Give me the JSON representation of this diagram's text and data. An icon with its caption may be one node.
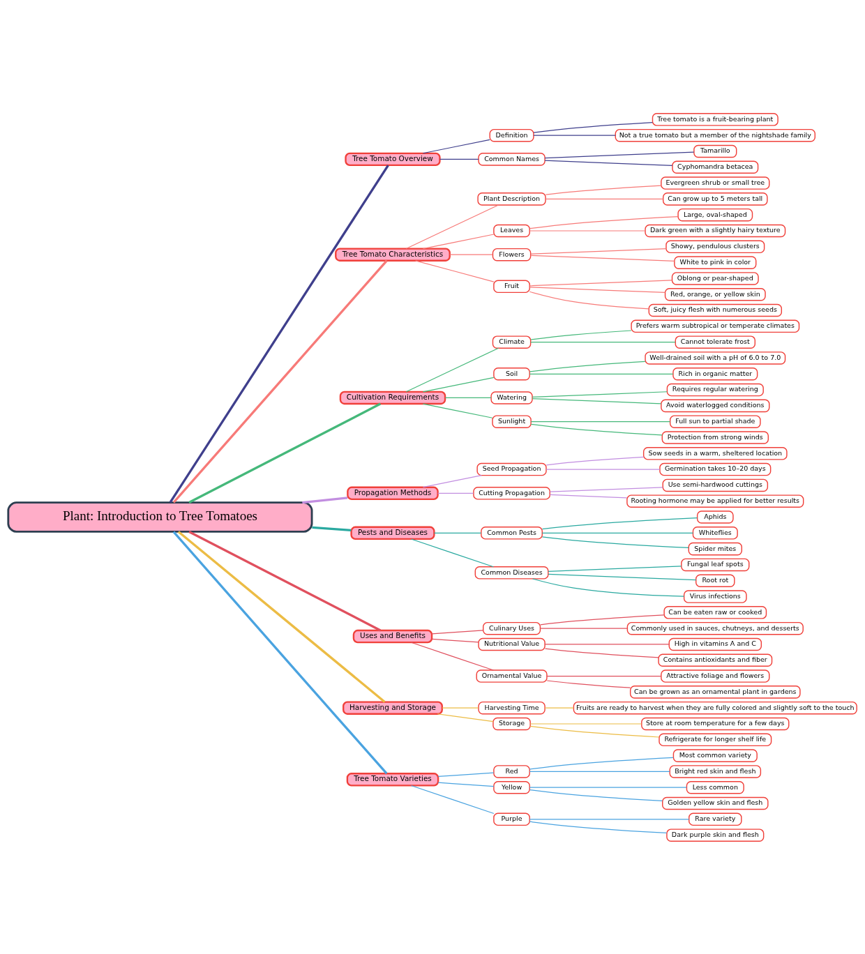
{
  "diagram": {
    "nodes": [
      {
        "text": [
          "Plant: Introduction to Tree Tomatoes"
        ]
      },
      {
        "text": [
          "Tree Tomato Overview"
        ]
      },
      {
        "text": [
          "Definition"
        ]
      },
      {
        "text": [
          "Tree tomato is a fruit-bearing plant"
        ]
      },
      {
        "text": [
          "Not a true tomato but a member of the nightshade family"
        ]
      },
      {
        "text": [
          "Common Names"
        ]
      },
      {
        "text": [
          "Tamarillo"
        ]
      },
      {
        "text": [
          "Cyphomandra betacea"
        ]
      },
      {
        "text": [
          "Tree Tomato Characteristics"
        ]
      },
      {
        "text": [
          "Plant Description"
        ]
      },
      {
        "text": [
          "Evergreen shrub or small tree"
        ]
      },
      {
        "text": [
          "Can grow up to 5 meters tall"
        ]
      },
      {
        "text": [
          "Leaves"
        ]
      },
      {
        "text": [
          "Large, oval-shaped"
        ]
      },
      {
        "text": [
          "Dark green with a slightly hairy texture"
        ]
      },
      {
        "text": [
          "Flowers"
        ]
      },
      {
        "text": [
          "Showy, pendulous clusters"
        ]
      },
      {
        "text": [
          "White to pink in color"
        ]
      },
      {
        "text": [
          "Fruit"
        ]
      },
      {
        "text": [
          "Oblong or pear-shaped"
        ]
      },
      {
        "text": [
          "Red, orange, or yellow skin"
        ]
      },
      {
        "text": [
          "Soft, juicy flesh with numerous seeds"
        ]
      },
      {
        "text": [
          "Cultivation Requirements"
        ]
      },
      {
        "text": [
          "Climate"
        ]
      },
      {
        "text": [
          "Prefers warm subtropical or temperate climates"
        ]
      },
      {
        "text": [
          "Cannot tolerate frost"
        ]
      },
      {
        "text": [
          "Soil"
        ]
      },
      {
        "text": [
          "Well-drained soil with a pH of 6.0 to 7.0"
        ]
      },
      {
        "text": [
          "Rich in organic matter"
        ]
      },
      {
        "text": [
          "Watering"
        ]
      },
      {
        "text": [
          "Requires regular watering"
        ]
      },
      {
        "text": [
          "Avoid waterlogged conditions"
        ]
      },
      {
        "text": [
          "Sunlight"
        ]
      },
      {
        "text": [
          "Full sun to partial shade"
        ]
      },
      {
        "text": [
          "Protection from strong winds"
        ]
      },
      {
        "text": [
          "Propagation Methods"
        ]
      },
      {
        "text": [
          "Seed Propagation"
        ]
      },
      {
        "text": [
          "Sow seeds in a warm, sheltered location"
        ]
      },
      {
        "text": [
          "Germination takes 10–20 days"
        ]
      },
      {
        "text": [
          "Cutting Propagation"
        ]
      },
      {
        "text": [
          "Use semi-hardwood cuttings"
        ]
      },
      {
        "text": [
          "Rooting hormone may be applied for better results"
        ]
      },
      {
        "text": [
          "Pests and Diseases"
        ]
      },
      {
        "text": [
          "Common Pests"
        ]
      },
      {
        "text": [
          "Aphids"
        ]
      },
      {
        "text": [
          "Whiteflies"
        ]
      },
      {
        "text": [
          "Spider mites"
        ]
      },
      {
        "text": [
          "Common Diseases"
        ]
      },
      {
        "text": [
          "Fungal leaf spots"
        ]
      },
      {
        "text": [
          "Root rot"
        ]
      },
      {
        "text": [
          "Virus infections"
        ]
      },
      {
        "text": [
          "Uses and Benefits"
        ]
      },
      {
        "text": [
          "Culinary Uses"
        ]
      },
      {
        "text": [
          "Can be eaten raw or cooked"
        ]
      },
      {
        "text": [
          "Commonly used in sauces, chutneys, and desserts"
        ]
      },
      {
        "text": [
          "Nutritional Value"
        ]
      },
      {
        "text": [
          "High in vitamins A and C"
        ]
      },
      {
        "text": [
          "Contains antioxidants and fiber"
        ]
      },
      {
        "text": [
          "Ornamental Value"
        ]
      },
      {
        "text": [
          "Attractive foliage and flowers"
        ]
      },
      {
        "text": [
          "Can be grown as an ornamental plant in gardens"
        ]
      },
      {
        "text": [
          "Harvesting and Storage"
        ]
      },
      {
        "text": [
          "Harvesting Time"
        ]
      },
      {
        "text": [
          "Fruits are ready to harvest when they are fully colored and slightly soft to the touch"
        ]
      },
      {
        "text": [
          "Storage"
        ]
      },
      {
        "text": [
          "Store at room temperature for a few days"
        ]
      },
      {
        "text": [
          "Refrigerate for longer shelf life"
        ]
      },
      {
        "text": [
          "Tree Tomato Varieties"
        ]
      },
      {
        "text": [
          "Red"
        ]
      },
      {
        "text": [
          "Most common variety"
        ]
      },
      {
        "text": [
          "Bright red skin and flesh"
        ]
      },
      {
        "text": [
          "Yellow"
        ]
      },
      {
        "text": [
          "Less common"
        ]
      },
      {
        "text": [
          "Golden yellow skin and flesh"
        ]
      },
      {
        "text": [
          "Purple"
        ]
      },
      {
        "text": [
          "Rare variety"
        ]
      },
      {
        "text": [
          "Dark purple skin and flesh"
        ]
      }
    ],
    "edges": [
      {
        "from": 0,
        "to": 1,
        "arrow": "none",
        "style": "thick",
        "color": "#3f3f8c"
      },
      {
        "from": 1,
        "to": 2,
        "arrow": "none",
        "color": "#3f3f8c"
      },
      {
        "from": 2,
        "to": 3,
        "arrow": "none",
        "color": "#3f3f8c"
      },
      {
        "from": 2,
        "to": 4,
        "arrow": "none",
        "color": "#3f3f8c"
      },
      {
        "from": 1,
        "to": 5,
        "arrow": "none",
        "color": "#3f3f8c"
      },
      {
        "from": 5,
        "to": 6,
        "arrow": "none",
        "color": "#3f3f8c"
      },
      {
        "from": 5,
        "to": 7,
        "arrow": "none",
        "color": "#3f3f8c"
      },
      {
        "from": 0,
        "to": 8,
        "arrow": "none",
        "style": "thick",
        "color": "#f77a78"
      },
      {
        "from": 8,
        "to": 9,
        "arrow": "none",
        "color": "#f77a78"
      },
      {
        "from": 9,
        "to": 10,
        "arrow": "none",
        "color": "#f77a78"
      },
      {
        "from": 9,
        "to": 11,
        "arrow": "none",
        "color": "#f77a78"
      },
      {
        "from": 8,
        "to": 12,
        "arrow": "none",
        "color": "#f77a78"
      },
      {
        "from": 12,
        "to": 13,
        "arrow": "none",
        "color": "#f77a78"
      },
      {
        "from": 12,
        "to": 14,
        "arrow": "none",
        "color": "#f77a78"
      },
      {
        "from": 8,
        "to": 15,
        "arrow": "none",
        "color": "#f77a78"
      },
      {
        "from": 15,
        "to": 16,
        "arrow": "none",
        "color": "#f77a78"
      },
      {
        "from": 15,
        "to": 17,
        "arrow": "none",
        "color": "#f77a78"
      },
      {
        "from": 8,
        "to": 18,
        "arrow": "none",
        "color": "#f77a78"
      },
      {
        "from": 18,
        "to": 19,
        "arrow": "none",
        "color": "#f77a78"
      },
      {
        "from": 18,
        "to": 20,
        "arrow": "none",
        "color": "#f77a78"
      },
      {
        "from": 18,
        "to": 21,
        "arrow": "none",
        "color": "#f77a78"
      },
      {
        "from": 0,
        "to": 22,
        "arrow": "none",
        "style": "thick",
        "color": "#45b87a"
      },
      {
        "from": 22,
        "to": 23,
        "arrow": "none",
        "color": "#45b87a"
      },
      {
        "from": 23,
        "to": 24,
        "arrow": "none",
        "color": "#45b87a"
      },
      {
        "from": 23,
        "to": 25,
        "arrow": "none",
        "color": "#45b87a"
      },
      {
        "from": 22,
        "to": 26,
        "arrow": "none",
        "color": "#45b87a"
      },
      {
        "from": 26,
        "to": 27,
        "arrow": "none",
        "color": "#45b87a"
      },
      {
        "from": 26,
        "to": 28,
        "arrow": "none",
        "color": "#45b87a"
      },
      {
        "from": 22,
        "to": 29,
        "arrow": "none",
        "color": "#45b87a"
      },
      {
        "from": 29,
        "to": 30,
        "arrow": "none",
        "color": "#45b87a"
      },
      {
        "from": 29,
        "to": 31,
        "arrow": "none",
        "color": "#45b87a"
      },
      {
        "from": 22,
        "to": 32,
        "arrow": "none",
        "color": "#45b87a"
      },
      {
        "from": 32,
        "to": 33,
        "arrow": "none",
        "color": "#45b87a"
      },
      {
        "from": 32,
        "to": 34,
        "arrow": "none",
        "color": "#45b87a"
      },
      {
        "from": 0,
        "to": 35,
        "arrow": "none",
        "style": "thick",
        "color": "#c28ee0"
      },
      {
        "from": 35,
        "to": 36,
        "arrow": "none",
        "color": "#c28ee0"
      },
      {
        "from": 36,
        "to": 37,
        "arrow": "none",
        "color": "#c28ee0"
      },
      {
        "from": 36,
        "to": 38,
        "arrow": "none",
        "color": "#c28ee0"
      },
      {
        "from": 35,
        "to": 39,
        "arrow": "none",
        "color": "#c28ee0"
      },
      {
        "from": 39,
        "to": 40,
        "arrow": "none",
        "color": "#c28ee0"
      },
      {
        "from": 39,
        "to": 41,
        "arrow": "none",
        "color": "#c28ee0"
      },
      {
        "from": 0,
        "to": 42,
        "arrow": "none",
        "style": "thick",
        "color": "#2aa9a0"
      },
      {
        "from": 42,
        "to": 43,
        "arrow": "none",
        "color": "#2aa9a0"
      },
      {
        "from": 43,
        "to": 44,
        "arrow": "none",
        "color": "#2aa9a0"
      },
      {
        "from": 43,
        "to": 45,
        "arrow": "none",
        "color": "#2aa9a0"
      },
      {
        "from": 43,
        "to": 46,
        "arrow": "none",
        "color": "#2aa9a0"
      },
      {
        "from": 42,
        "to": 47,
        "arrow": "none",
        "color": "#2aa9a0"
      },
      {
        "from": 47,
        "to": 48,
        "arrow": "none",
        "color": "#2aa9a0"
      },
      {
        "from": 47,
        "to": 49,
        "arrow": "none",
        "color": "#2aa9a0"
      },
      {
        "from": 47,
        "to": 50,
        "arrow": "none",
        "color": "#2aa9a0"
      },
      {
        "from": 0,
        "to": 51,
        "arrow": "none",
        "style": "thick",
        "color": "#e0505e"
      },
      {
        "from": 51,
        "to": 52,
        "arrow": "none",
        "color": "#e0505e"
      },
      {
        "from": 52,
        "to": 53,
        "arrow": "none",
        "color": "#e0505e"
      },
      {
        "from": 52,
        "to": 54,
        "arrow": "none",
        "color": "#e0505e"
      },
      {
        "from": 51,
        "to": 55,
        "arrow": "none",
        "color": "#e0505e"
      },
      {
        "from": 55,
        "to": 56,
        "arrow": "none",
        "color": "#e0505e"
      },
      {
        "from": 55,
        "to": 57,
        "arrow": "none",
        "color": "#e0505e"
      },
      {
        "from": 51,
        "to": 58,
        "arrow": "none",
        "color": "#e0505e"
      },
      {
        "from": 58,
        "to": 59,
        "arrow": "none",
        "color": "#e0505e"
      },
      {
        "from": 58,
        "to": 60,
        "arrow": "none",
        "color": "#e0505e"
      },
      {
        "from": 0,
        "to": 61,
        "arrow": "none",
        "style": "thick",
        "color": "#ecbc45"
      },
      {
        "from": 61,
        "to": 62,
        "arrow": "none",
        "color": "#ecbc45"
      },
      {
        "from": 62,
        "to": 63,
        "arrow": "none",
        "color": "#ecbc45"
      },
      {
        "from": 61,
        "to": 64,
        "arrow": "none",
        "color": "#ecbc45"
      },
      {
        "from": 64,
        "to": 65,
        "arrow": "none",
        "color": "#ecbc45"
      },
      {
        "from": 64,
        "to": 66,
        "arrow": "none",
        "color": "#ecbc45"
      },
      {
        "from": 0,
        "to": 67,
        "arrow": "none",
        "style": "thick",
        "color": "#4aa3e0"
      },
      {
        "from": 67,
        "to": 68,
        "arrow": "none",
        "color": "#4aa3e0"
      },
      {
        "from": 68,
        "to": 69,
        "arrow": "none",
        "color": "#4aa3e0"
      },
      {
        "from": 68,
        "to": 70,
        "arrow": "none",
        "color": "#4aa3e0"
      },
      {
        "from": 67,
        "to": 71,
        "arrow": "none",
        "color": "#4aa3e0"
      },
      {
        "from": 71,
        "to": 72,
        "arrow": "none",
        "color": "#4aa3e0"
      },
      {
        "from": 71,
        "to": 73,
        "arrow": "none",
        "color": "#4aa3e0"
      },
      {
        "from": 67,
        "to": 74,
        "arrow": "none",
        "color": "#4aa3e0"
      },
      {
        "from": 74,
        "to": 75,
        "arrow": "none",
        "color": "#4aa3e0"
      },
      {
        "from": 74,
        "to": 76,
        "arrow": "none",
        "color": "#4aa3e0"
      }
    ]
  }
}
